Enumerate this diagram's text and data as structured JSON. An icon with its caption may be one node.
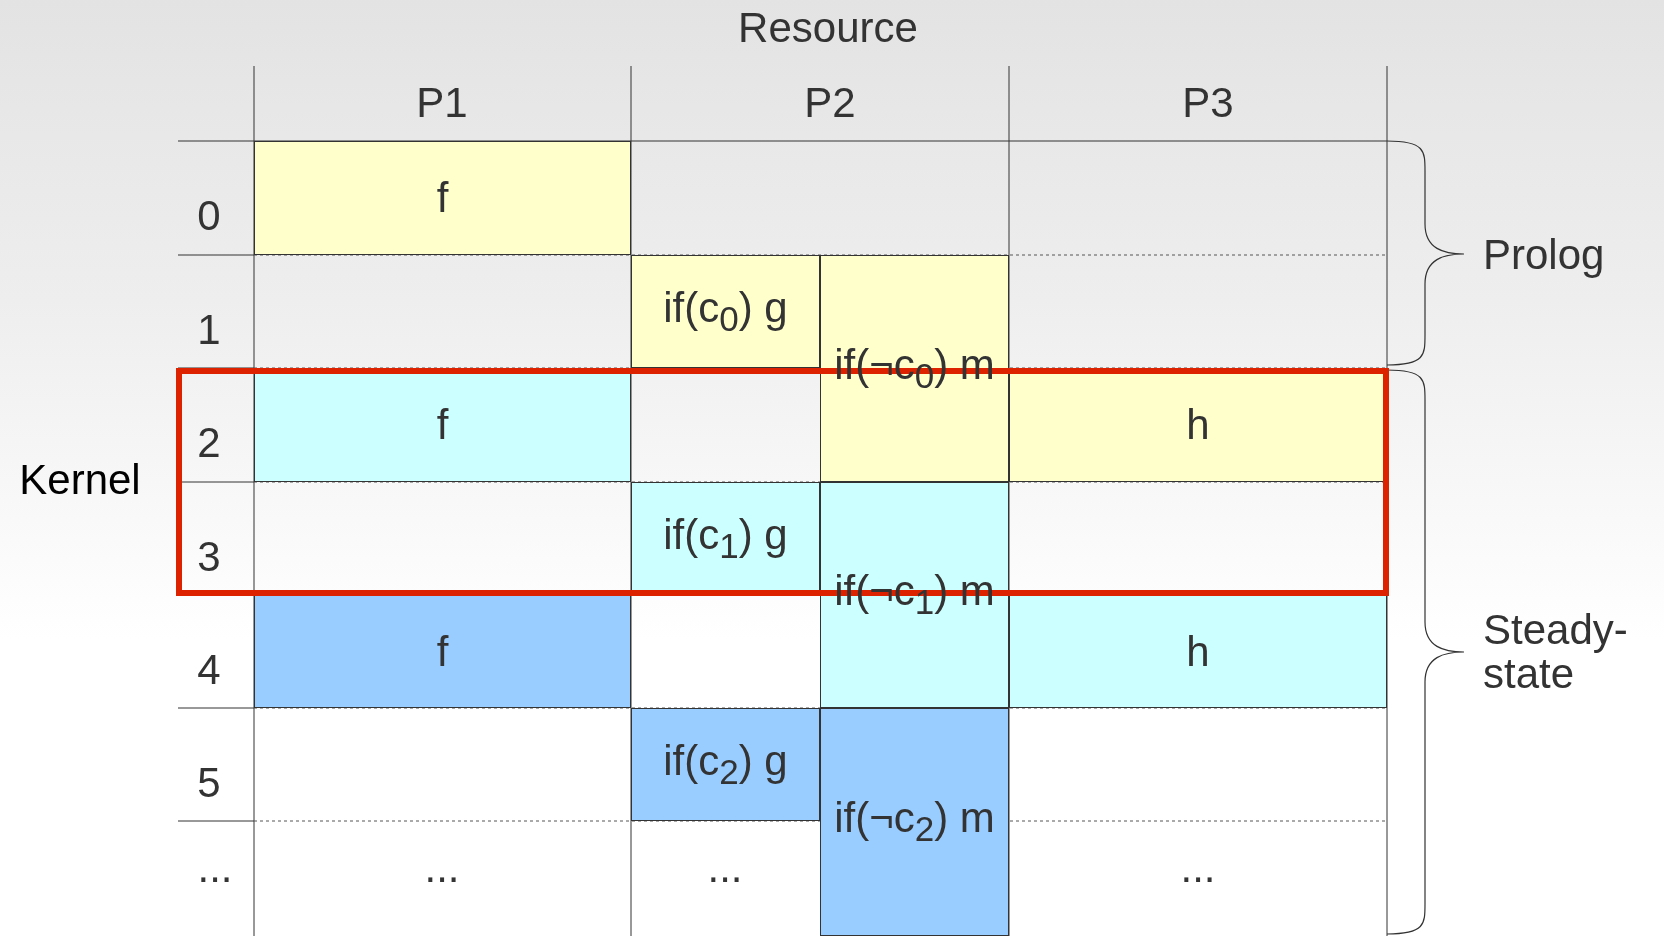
{
  "diagram": {
    "nodes": [
      {
        "text": [
          "f"
        ]
      },
      {
        "text": [
          "if(c$_{0}$) g"
        ]
      },
      {
        "text": [
          "if(¬c$_{0}$) m"
        ]
      },
      {
        "text": [
          "f"
        ]
      },
      {
        "text": [
          "h"
        ]
      },
      {
        "text": [
          "if(c$_{1}$) g"
        ]
      },
      {
        "text": [
          "if(¬c$_{1}$) m"
        ]
      },
      {
        "text": [
          "f"
        ]
      },
      {
        "text": [
          "h"
        ]
      },
      {
        "text": [
          "if(c$_{2}$) g"
        ]
      },
      {
        "text": [
          "if(¬c$_{2}$) m"
        ]
      }
    ],
    "labels": [
      "Resource",
      "P1",
      "P2",
      "P3",
      "0",
      "1",
      "2",
      "3",
      "4",
      "5",
      "...",
      "...",
      "...",
      "...",
      "Kernel",
      "Prolog",
      "Steady-state"
    ]
  }
}
